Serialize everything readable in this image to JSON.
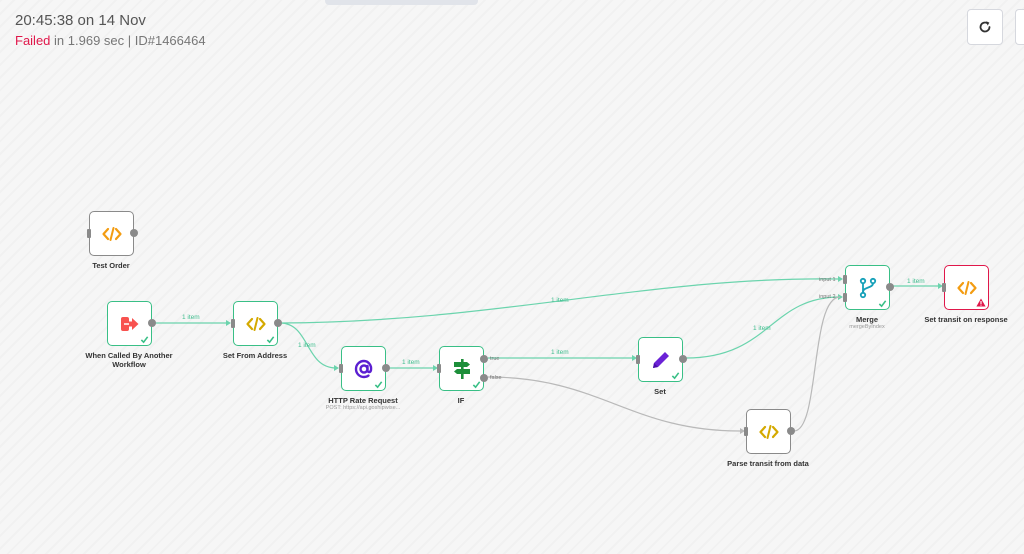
{
  "execution": {
    "time": "20:45:38 on 14 Nov",
    "status": "Failed",
    "duration": " in 1.969 sec | ID#1466464"
  },
  "colors": {
    "success": "#39bf86",
    "error": "#e0174a",
    "edge": "#6bd4ad",
    "edge_inactive": "#b9b9b9"
  },
  "nodes": {
    "test_order": {
      "label": "Test Order",
      "icon": "code-icon"
    },
    "when_called": {
      "label": "When Called By Another Workflow",
      "icon": "sign-in-icon"
    },
    "set_from_address": {
      "label": "Set From Address",
      "icon": "code-icon"
    },
    "http_rate_request": {
      "label": "HTTP Rate Request",
      "subtitle": "POST: https://api.goshipwise...",
      "icon": "at-sign-icon"
    },
    "if": {
      "label": "IF",
      "icon": "signpost-icon",
      "port_true": "true",
      "port_false": "false"
    },
    "set": {
      "label": "Set",
      "icon": "pencil-icon"
    },
    "parse_transit": {
      "label": "Parse transit from data",
      "icon": "code-icon"
    },
    "merge": {
      "label": "Merge",
      "subtitle": "mergeByIndex",
      "icon": "merge-icon",
      "input1": "input 1",
      "input2": "input 2"
    },
    "set_transit": {
      "label": "Set transit on response",
      "icon": "code-icon"
    }
  },
  "edges": {
    "e1": "1 item",
    "e2": "1 item",
    "e3": "1 item",
    "e4": "1 item",
    "e5": "1 item",
    "e6": "1 item",
    "e7": "1 item"
  }
}
